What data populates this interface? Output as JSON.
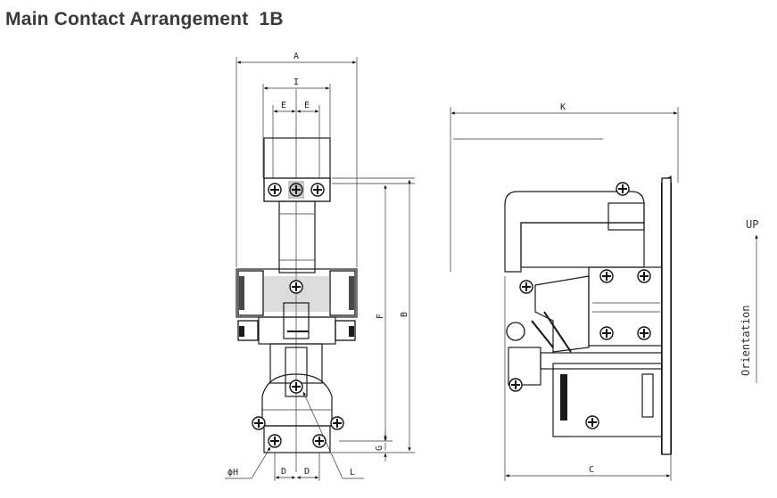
{
  "title": "Main Contact Arrangement  1B",
  "front_view": {
    "dims": {
      "A": "A",
      "I": "I",
      "E1": "E",
      "E2": "E",
      "F": "F",
      "B": "B",
      "G": "G",
      "H": "ϕH",
      "D1": "D",
      "D2": "D",
      "L": "L"
    }
  },
  "side_view": {
    "dims": {
      "K": "K",
      "C": "C"
    }
  },
  "orientation": {
    "up": "UP",
    "label": "Orientation"
  }
}
